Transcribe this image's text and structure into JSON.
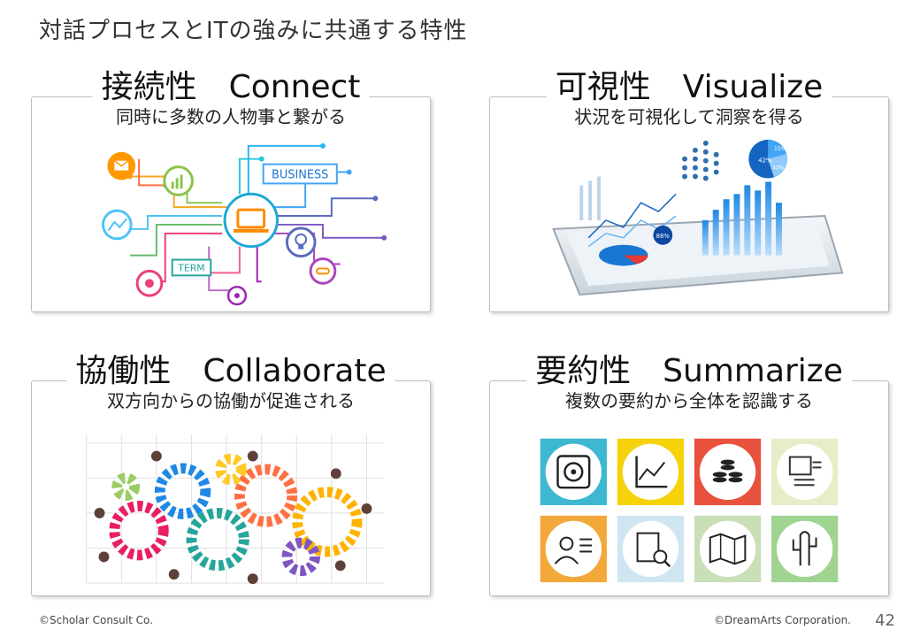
{
  "slide": {
    "title": "対話プロセスとITの強みに共通する特性",
    "page_number": "42"
  },
  "panels": [
    {
      "heading": "接続性　Connect",
      "subtitle": "同時に多数の人物事と繋がる",
      "art_labels": [
        "BUSINESS",
        "TERM"
      ]
    },
    {
      "heading": "可視性　Visualize",
      "subtitle": "状況を可視化して洞察を得る",
      "art_labels": [
        "88%",
        "42%",
        "15%",
        "43%"
      ]
    },
    {
      "heading": "協働性　Collaborate",
      "subtitle": "双方向からの協働が促進される"
    },
    {
      "heading": "要約性　Summarize",
      "subtitle": "複数の要約から全体を認識する"
    }
  ],
  "footer": {
    "left": "©Scholar Consult Co.",
    "right": "©DreamArts Corporation."
  },
  "colors": {
    "border": "#bdbdbd",
    "tile_colors": [
      "#3db8d0",
      "#f5d20a",
      "#e8513b",
      "#e9ecc8",
      "#f3a93a",
      "#cfe6f2",
      "#c9dfb8",
      "#9fd491"
    ]
  },
  "icons": [
    "envelope-icon",
    "chart-icon",
    "laptop-icon",
    "line-chart-icon",
    "lightbulb-icon",
    "gears-icon",
    "link-icon",
    "network-icon",
    "speaker-icon",
    "coins-icon",
    "calendar-icon",
    "profile-icon",
    "report-search-icon",
    "map-icon",
    "cactus-icon"
  ]
}
